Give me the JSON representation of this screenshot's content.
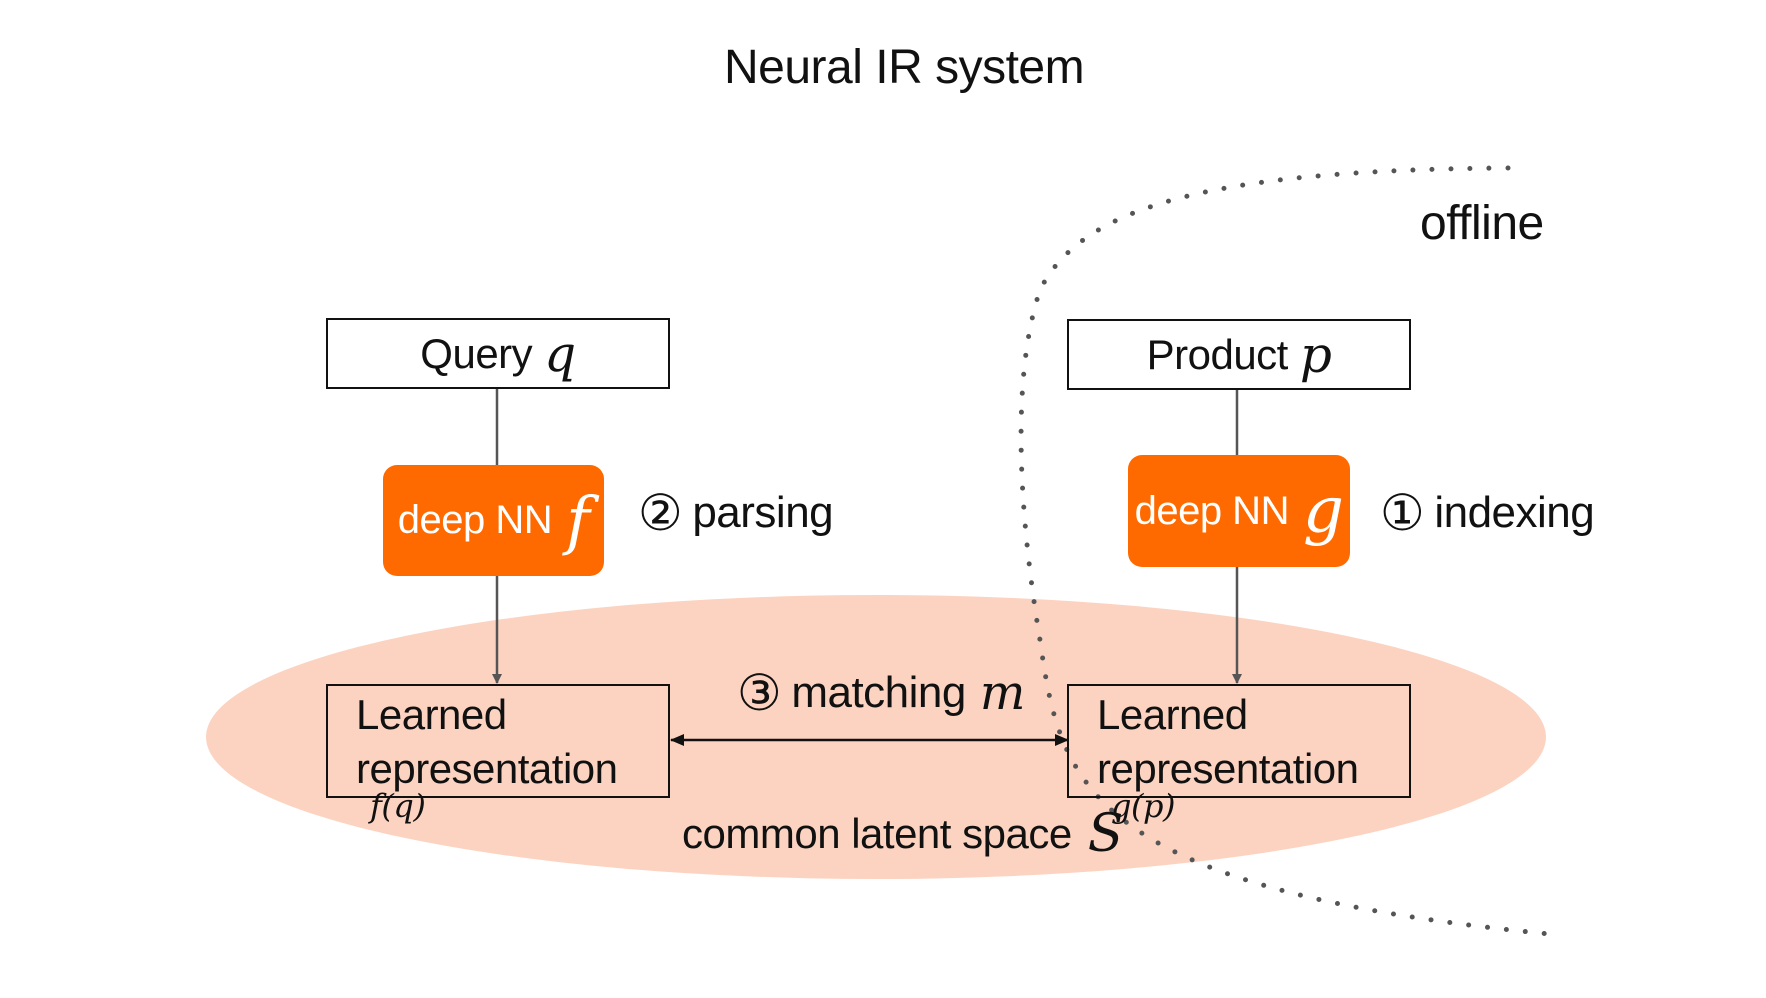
{
  "title": "Neural IR system",
  "offline_label": "offline",
  "query_box": {
    "text": "Query",
    "symbol": "q"
  },
  "product_box": {
    "text": "Product",
    "symbol": "p"
  },
  "nn_query": {
    "text": "deep NN",
    "symbol": "f"
  },
  "nn_product": {
    "text": "deep NN",
    "symbol": "g"
  },
  "step_parsing": {
    "num": "②",
    "text": "parsing"
  },
  "step_indexing": {
    "num": "①",
    "text": "indexing"
  },
  "step_matching": {
    "num": "③",
    "text": "matching",
    "symbol": "m"
  },
  "rep_query": {
    "line1": "Learned",
    "line2": "representation",
    "symbol": "f(q)"
  },
  "rep_product": {
    "line1": "Learned",
    "line2": "representation",
    "symbol": "g(p)"
  },
  "latent_space": {
    "text": "common latent space",
    "symbol": "S"
  },
  "colors": {
    "nn_fill": "#ff6a00",
    "latent_fill": "#fcd3c1",
    "arrow": "#555555",
    "dots": "#555555"
  }
}
